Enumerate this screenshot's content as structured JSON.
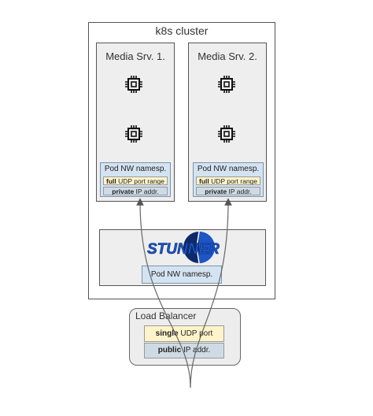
{
  "cluster": {
    "title": "k8s cluster"
  },
  "servers": [
    {
      "title": "Media Srv. 1.",
      "namespace": "Pod NW namesp.",
      "port_bold": "full",
      "port_rest": " UDP port range",
      "ip_bold": "private",
      "ip_rest": " IP addr."
    },
    {
      "title": "Media Srv. 2.",
      "namespace": "Pod NW namesp.",
      "port_bold": "full",
      "port_rest": " UDP port range",
      "ip_bold": "private",
      "ip_rest": " IP addr."
    }
  ],
  "stunner": {
    "logo_text": "STUNNER",
    "namespace": "Pod NW namesp."
  },
  "load_balancer": {
    "title": "Load Balancer",
    "port_bold": "single",
    "port_rest": " UDP port",
    "ip_bold": "public",
    "ip_rest": " IP addr."
  },
  "colors": {
    "namespace_fill": "#d4e3f1",
    "port_fill": "#fff4c9",
    "ip_fill": "#cfdbe4",
    "logo_blue": "#1c56c7",
    "logo_navy": "#0e2a6b"
  },
  "icons": [
    "cpu-chip-icon",
    "stunner-logo"
  ]
}
